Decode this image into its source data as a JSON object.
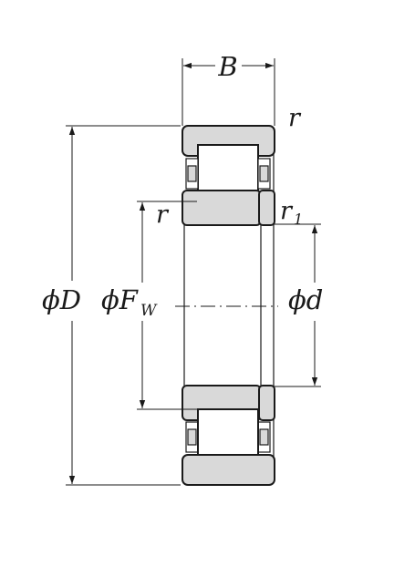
{
  "labels": {
    "B": "B",
    "r_top": "r",
    "r_mid": "r",
    "r1_main": "r",
    "r1_sub": "1",
    "phi1": "ϕ",
    "D": "D",
    "phi2": "ϕ",
    "F": "F",
    "F_sub": "W",
    "phi3": "ϕ",
    "d": "d"
  },
  "colors": {
    "line": "#1a1a1a",
    "fill": "#d9d9d9",
    "background": "#ffffff"
  }
}
